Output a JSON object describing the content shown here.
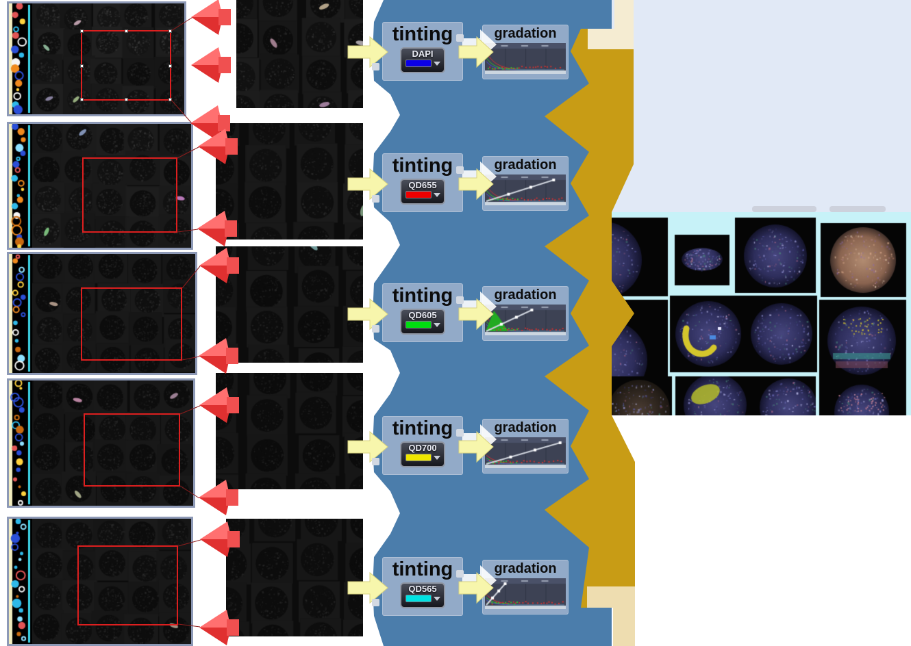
{
  "pipeline": {
    "rows": [
      {
        "tinting_label": "tinting",
        "gradation_label": "gradation",
        "channel": "DAPI",
        "tint_color": "#0b00e6",
        "diagonal_top_frac": 0,
        "green_peak": false,
        "curve_intensity": 1.0
      },
      {
        "tinting_label": "tinting",
        "gradation_label": "gradation",
        "channel": "QD655",
        "tint_color": "#ee0000",
        "diagonal_top_frac": 0.85,
        "green_peak": false,
        "curve_intensity": 0.9
      },
      {
        "tinting_label": "tinting",
        "gradation_label": "gradation",
        "channel": "QD605",
        "tint_color": "#00dd10",
        "diagonal_top_frac": 0.58,
        "green_peak": true,
        "curve_intensity": 0.8
      },
      {
        "tinting_label": "tinting",
        "gradation_label": "gradation",
        "channel": "QD700",
        "tint_color": "#efe600",
        "diagonal_top_frac": 0.93,
        "green_peak": false,
        "curve_intensity": 0.5
      },
      {
        "tinting_label": "tinting",
        "gradation_label": "gradation",
        "channel": "QD565",
        "tint_color": "#00e2e2",
        "diagonal_top_frac": 0.25,
        "green_peak": false,
        "curve_intensity": 0.6
      }
    ]
  },
  "palette": {
    "band_blue": "#4b7dab",
    "box_blue": "#92aac8",
    "gold": "#c89c15",
    "tan": "#eeddb0",
    "lavender": "#e1e9f6",
    "arrow_yellow": "#f7f6ac",
    "callout_red": "#e03030",
    "selection_red": "#dd1f1f",
    "hist_bg": "#3d4254",
    "composite_bg": "#c7f2f8"
  }
}
